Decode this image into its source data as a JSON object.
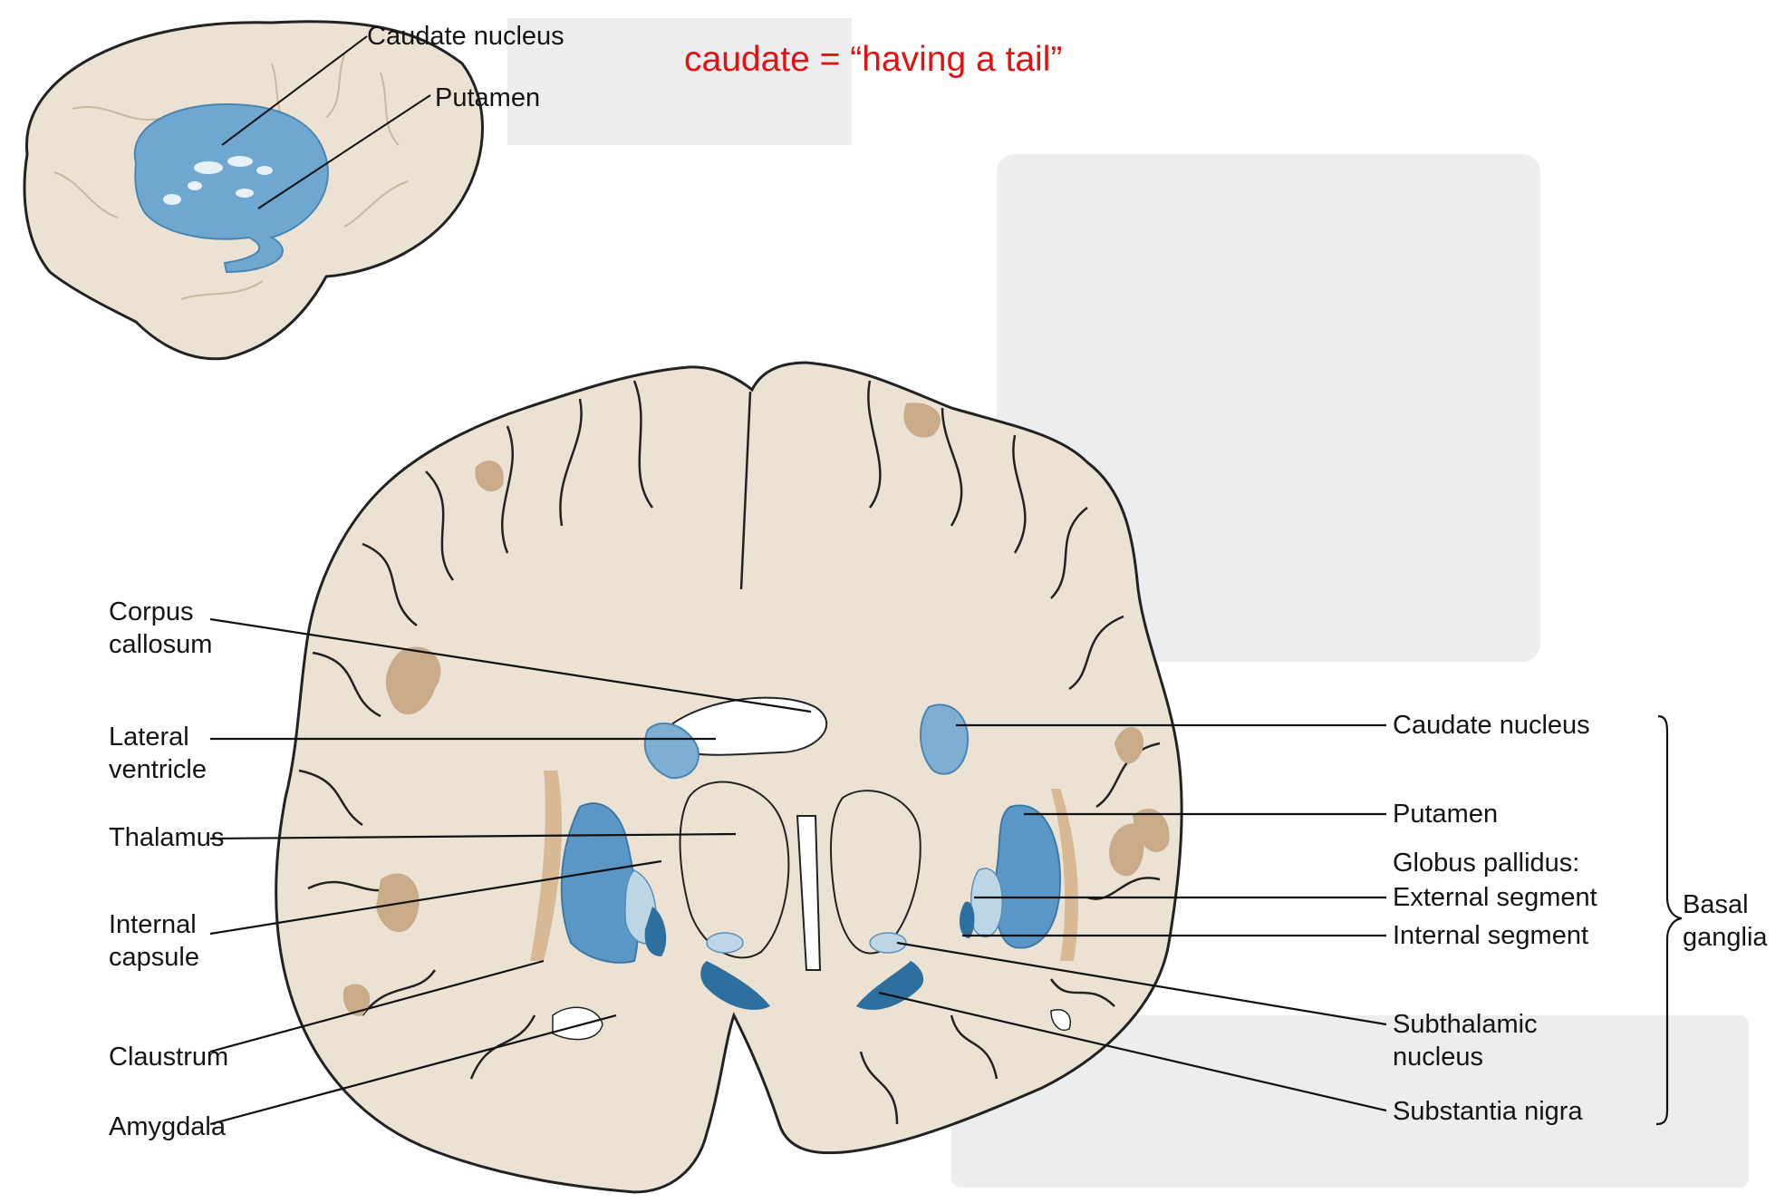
{
  "note": "caudate = “having a tail”",
  "inset_labels": {
    "caudate": "Caudate nucleus",
    "putamen": "Putamen"
  },
  "left_labels": {
    "corpus_callosum": "Corpus callosum",
    "lateral_ventricle": "Lateral ventricle",
    "thalamus": "Thalamus",
    "internal_capsule": "Internal capsule",
    "claustrum": "Claustrum",
    "amygdala": "Amygdala"
  },
  "right_labels": {
    "caudate": "Caudate nucleus",
    "putamen": "Putamen",
    "globus_pallidus": "Globus pallidus:",
    "external_segment": "External segment",
    "internal_segment": "Internal segment",
    "subthalamic": "Subthalamic nucleus",
    "substantia_nigra": "Substantia nigra"
  },
  "group_label": "Basal ganglia",
  "colors": {
    "tissue": "#ece2d4",
    "gray_matter": "#c9ab8a",
    "blue_light": "#7eaed2",
    "blue_mid": "#4f8fbd",
    "blue_dark": "#2d6f9e",
    "blue_pale": "#bcd6e6",
    "note": "#e11212"
  }
}
